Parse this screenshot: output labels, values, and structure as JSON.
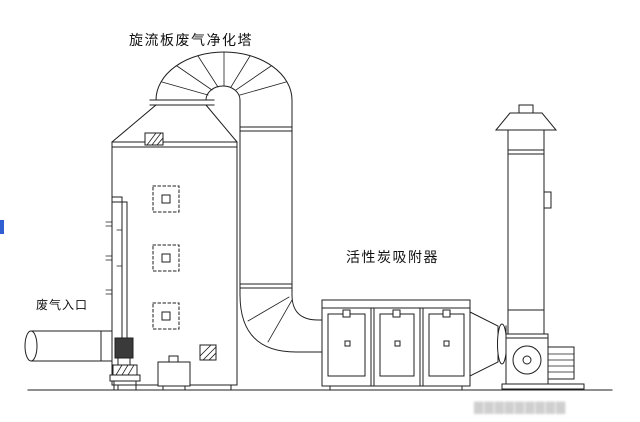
{
  "page": {
    "background": "#ffffff"
  },
  "colors": {
    "line": "#1f1f1f",
    "watermark": "#c0c0c0",
    "artifact_blue": "#2f5fd0"
  },
  "labels": {
    "scrubber_tower": "旋流板废气净化塔",
    "gas_inlet": "废气入口",
    "adsorber": "活性炭吸附器"
  },
  "watermark": {
    "text": "▇▇▇▇▇▇▇▇▇"
  },
  "components": [
    "cyclone-plate-scrubber-tower",
    "waste-gas-inlet-pipe",
    "circulation-pump",
    "dosing-tank",
    "u-bend-duct",
    "downcomer-duct",
    "elbow-duct",
    "activated-carbon-adsorber",
    "reducer-connector",
    "centrifugal-fan",
    "fan-motor",
    "exhaust-stack",
    "stack-rain-cap"
  ]
}
